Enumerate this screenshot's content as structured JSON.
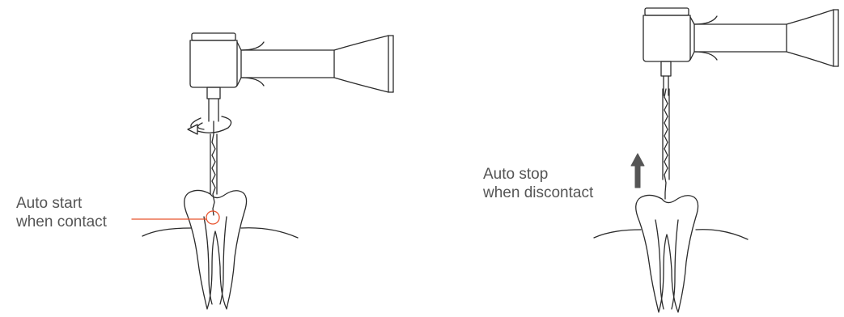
{
  "diagram": {
    "left_panel": {
      "caption_line1": "Auto start",
      "caption_line2": "when contact",
      "callout_color": "#e8532d",
      "shows": [
        "handpiece",
        "rotation-arrow",
        "file",
        "tooth",
        "contact-circle"
      ]
    },
    "right_panel": {
      "caption_line1": "Auto stop",
      "caption_line2": "when discontact",
      "arrow_color": "#555555",
      "shows": [
        "handpiece",
        "file",
        "tooth",
        "up-arrow"
      ]
    },
    "line_color": "#2b2b2b"
  }
}
